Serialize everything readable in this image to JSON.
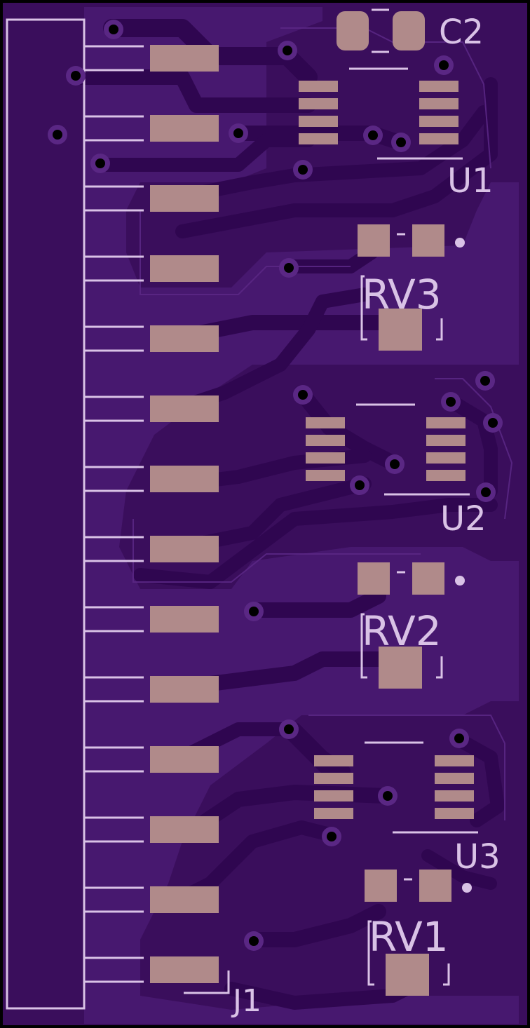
{
  "colors": {
    "board_edge": "#000000",
    "board_fill": "#3a0e5c",
    "copper_pour": "#4a1a72",
    "trace": "#2f0650",
    "pad": "#b08a8a",
    "silkscreen": "#d9c2e6",
    "via": "#000000"
  },
  "components": {
    "connector": {
      "ref": "J1",
      "pin_count": 14
    },
    "ics": [
      {
        "ref": "U1",
        "pins_per_side": 4
      },
      {
        "ref": "U2",
        "pins_per_side": 4
      },
      {
        "ref": "U3",
        "pins_per_side": 4
      }
    ],
    "pots": [
      {
        "ref": "RV3"
      },
      {
        "ref": "RV2"
      },
      {
        "ref": "RV1"
      }
    ],
    "capacitor": {
      "ref": "C2"
    }
  }
}
